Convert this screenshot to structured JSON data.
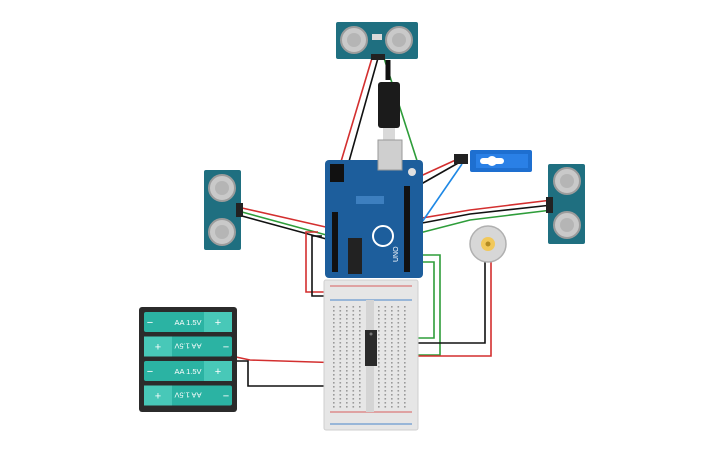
{
  "colors": {
    "pcb_teal": "#1f6f80",
    "pcb_blue": "#1d5e9c",
    "transducer": "#c9c9c9",
    "battery": "#2bb3a3",
    "wire_red": "#d32f2f",
    "wire_black": "#111111",
    "wire_green": "#2e9d3a",
    "wire_blue": "#1e88e5",
    "breadboard": "#e6e6e6"
  },
  "components": {
    "ultrasonic_top": {
      "icon": "ultrasonic-sensor-icon"
    },
    "ultrasonic_left": {
      "icon": "ultrasonic-sensor-icon"
    },
    "ultrasonic_right": {
      "icon": "ultrasonic-sensor-icon"
    },
    "arduino": {
      "icon": "arduino-uno-icon",
      "label": "UNO"
    },
    "servo": {
      "icon": "servo-icon"
    },
    "motor": {
      "icon": "dc-motor-icon"
    },
    "ic": {
      "icon": "ic-chip-icon"
    },
    "battery_pack": {
      "icon": "battery-pack-icon",
      "cells": [
        {
          "label": "AA 1.5V",
          "neg": "−",
          "pos": "+",
          "flipped": false
        },
        {
          "label": "AA 1.5V",
          "neg": "−",
          "pos": "+",
          "flipped": true
        },
        {
          "label": "AA 1.5V",
          "neg": "−",
          "pos": "+",
          "flipped": false
        },
        {
          "label": "AA 1.5V",
          "neg": "−",
          "pos": "+",
          "flipped": true
        }
      ]
    }
  }
}
